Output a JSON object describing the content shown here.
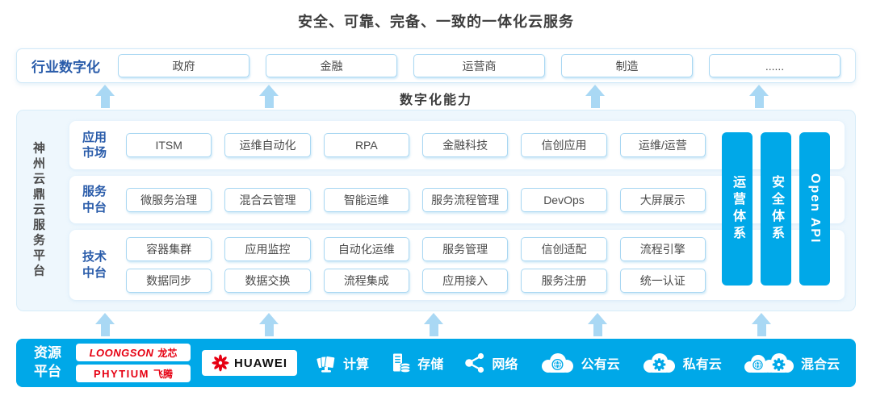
{
  "title": "安全、可靠、完备、一致的一体化云服务",
  "industry": {
    "label": "行业数字化",
    "items": [
      "政府",
      "金融",
      "运营商",
      "制造",
      "......"
    ]
  },
  "capability_label": "数字化能力",
  "platform": {
    "name": "神州云鼎云服务平台",
    "rows": [
      {
        "label": "应用市场",
        "items": [
          "ITSM",
          "运维自动化",
          "RPA",
          "金融科技",
          "信创应用",
          "运维/运营"
        ]
      },
      {
        "label": "服务中台",
        "items": [
          "微服务治理",
          "混合云管理",
          "智能运维",
          "服务流程管理",
          "DevOps",
          "大屏展示"
        ]
      },
      {
        "label": "技术中台",
        "lines": [
          [
            "容器集群",
            "应用监控",
            "自动化运维",
            "服务管理",
            "信创适配",
            "流程引擎"
          ],
          [
            "数据同步",
            "数据交换",
            "流程集成",
            "应用接入",
            "服务注册",
            "统一认证"
          ]
        ]
      }
    ],
    "pillars": [
      "运营体系",
      "安全体系",
      "Open API"
    ]
  },
  "resource": {
    "label": "资源平台",
    "vendors": [
      {
        "name": "LOONGSON",
        "suffix": "龙芯"
      },
      {
        "name": "PHYTIUM",
        "suffix": "飞腾"
      },
      {
        "name": "HUAWEI"
      }
    ],
    "items": [
      {
        "icon": "compute-icon",
        "label": "计算"
      },
      {
        "icon": "storage-icon",
        "label": "存储"
      },
      {
        "icon": "network-icon",
        "label": "网络"
      },
      {
        "icon": "public-cloud-icon",
        "label": "公有云"
      },
      {
        "icon": "private-cloud-icon",
        "label": "私有云"
      },
      {
        "icon": "hybrid-cloud-icon",
        "label": "混合云"
      }
    ]
  },
  "colors": {
    "accent_blue": "#00a8e8",
    "arrow_blue": "#a9d8f4",
    "label_blue": "#2a5caa",
    "box_border_blue": "#a9d7f2",
    "panel_bg": "#eef7fd",
    "brand_red": "#e60012"
  }
}
